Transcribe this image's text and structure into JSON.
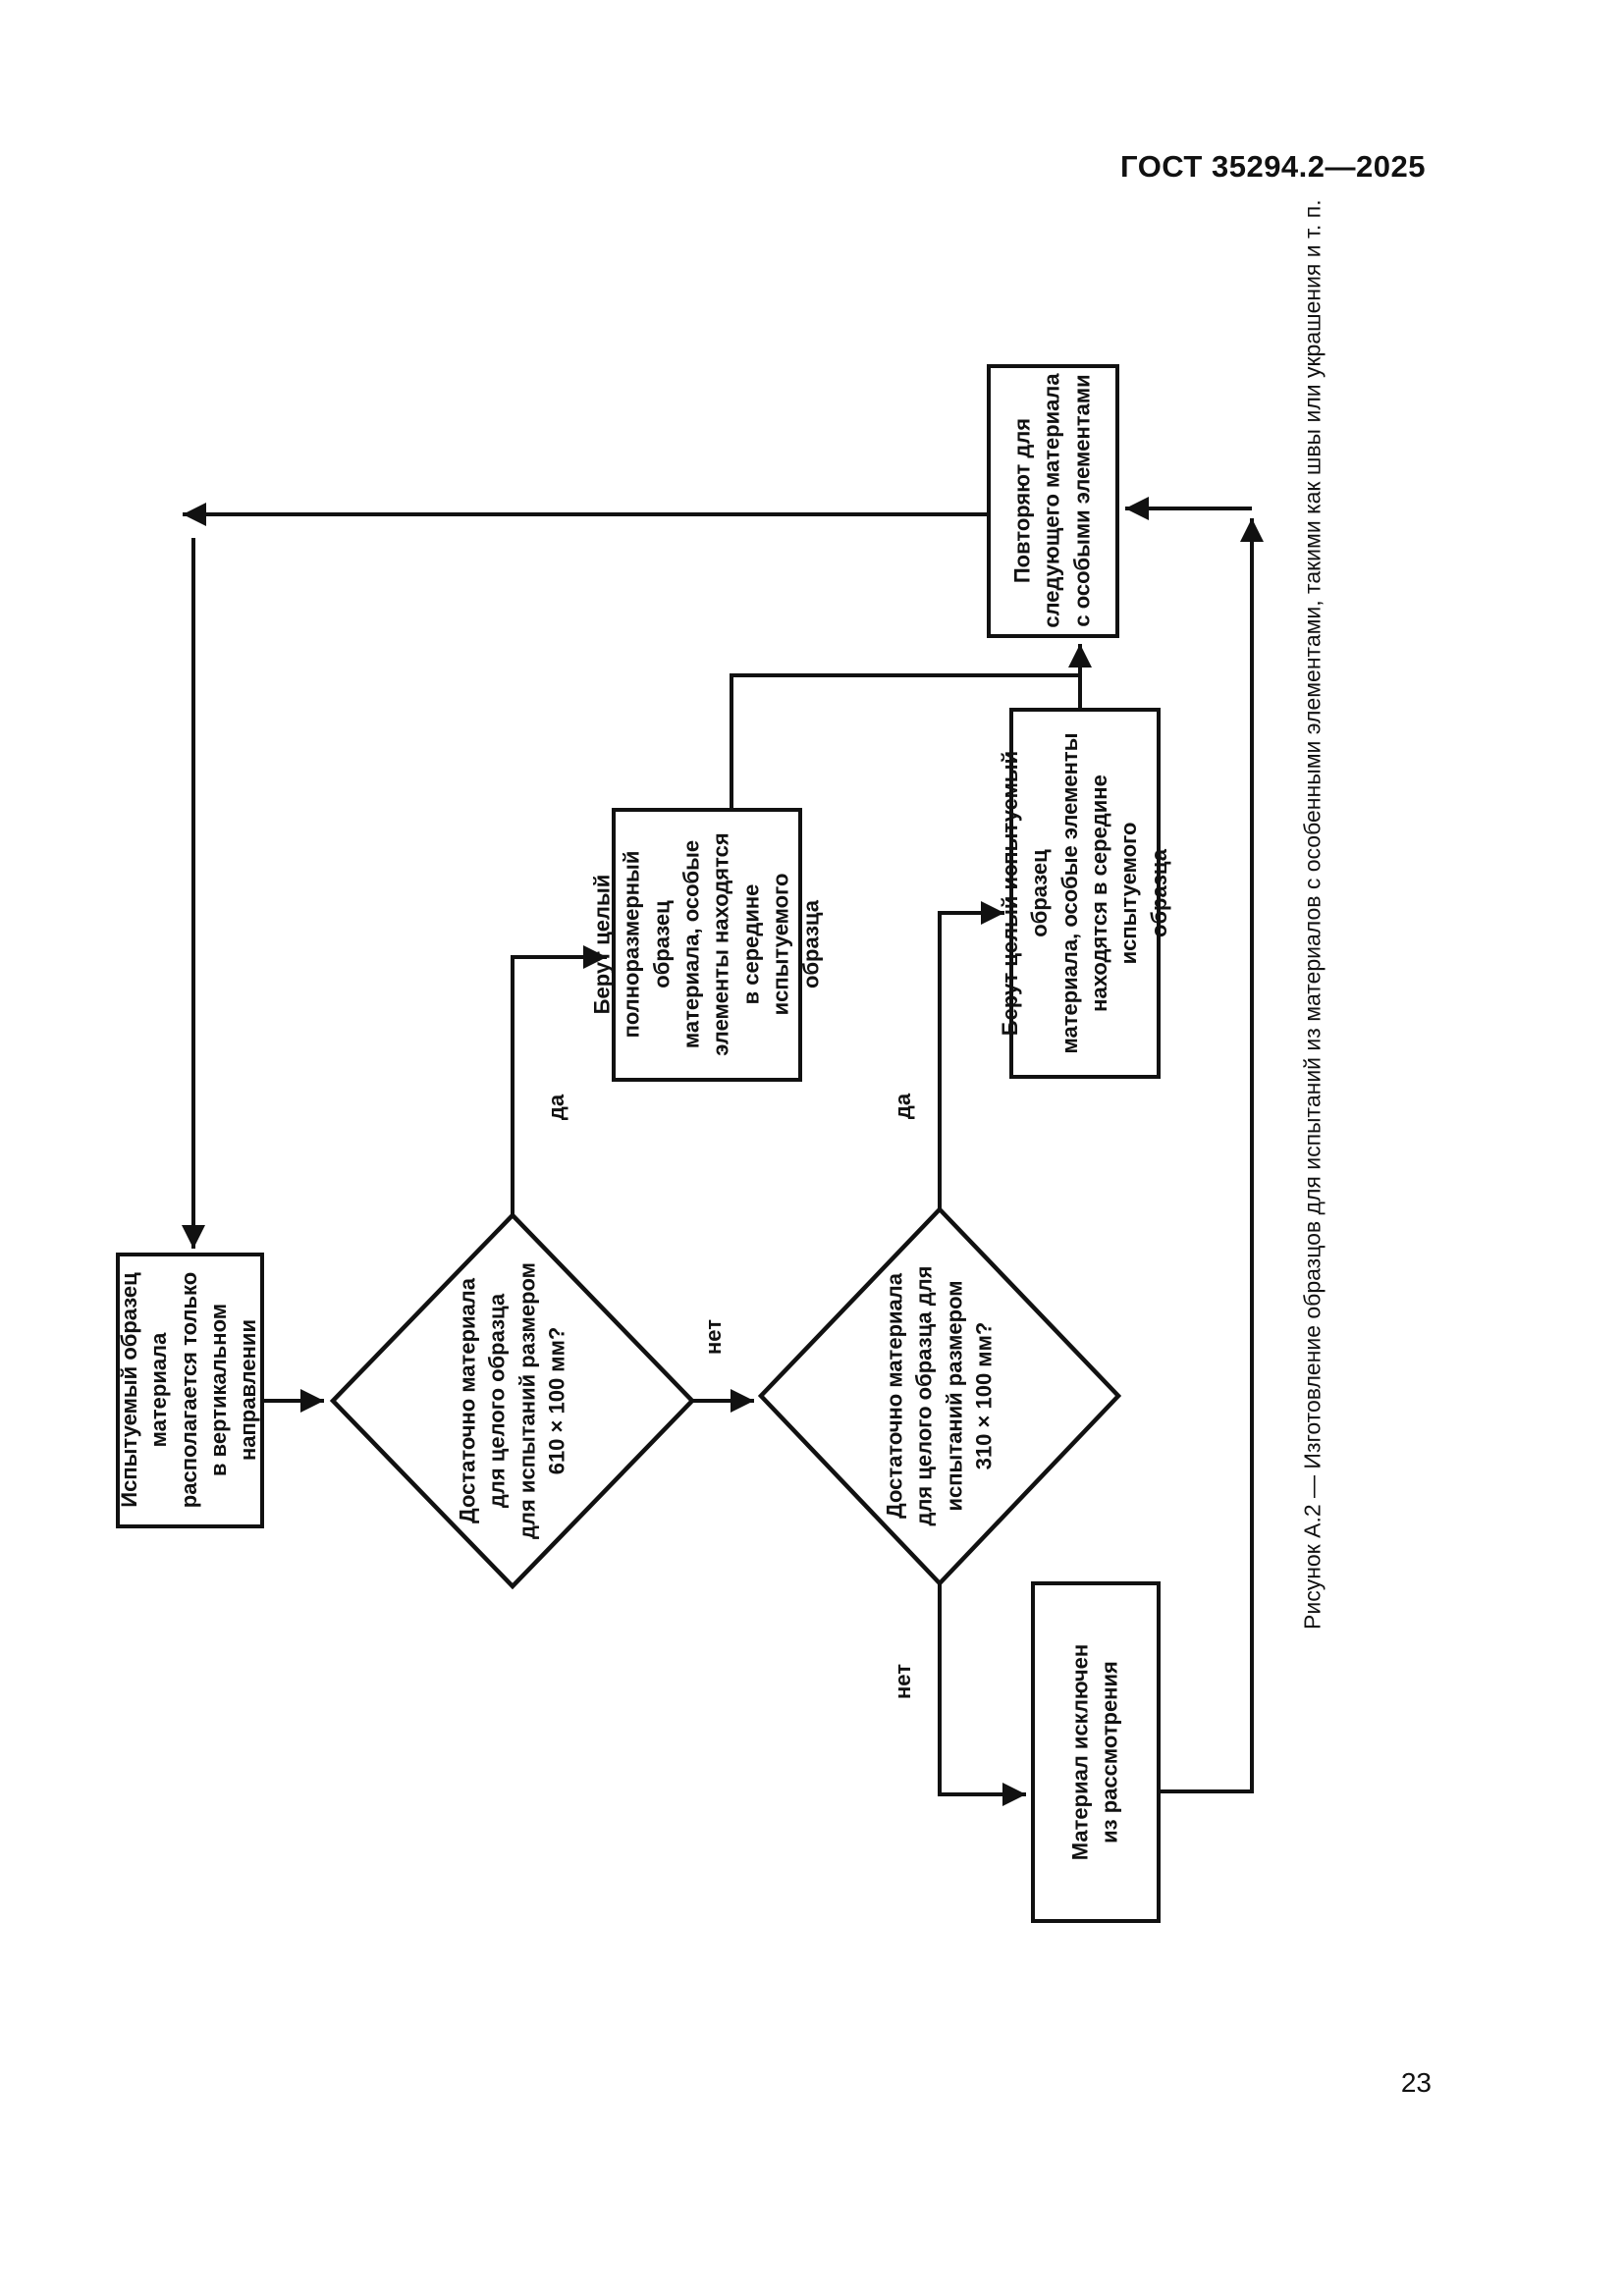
{
  "page": {
    "header": "ГОСТ 35294.2—2025",
    "page_number": "23"
  },
  "figure": {
    "caption": "Рисунок А.2 — Изготовление образцов для испытаний из материалов с особенными элементами, такими как швы или украшения и т. п."
  },
  "flowchart": {
    "nodes": {
      "start": {
        "type": "process",
        "text": "Испытуемый образец\nматериала\nрасполагается только\nв вертикальном\nнаправлении"
      },
      "decision_610": {
        "type": "decision",
        "text": "Достаточно материала\nдля целого образца\nдля испытаний размером\n610 × 100 мм?"
      },
      "full_size_sample": {
        "type": "process",
        "text": "Берут целый\nполноразмерный образец\nматериала, особые\nэлементы находятся\nв середине испытуемого\nобразца"
      },
      "decision_310": {
        "type": "decision",
        "text": "Достаточно материала\nдля целого образца для\nиспытаний размером\n310 × 100 мм?"
      },
      "whole_sample": {
        "type": "process",
        "text": "Берут целый испытуемый образец\nматериала, особые элементы\nнаходятся в середине испытуемого\nобразца"
      },
      "repeat_next": {
        "type": "process",
        "text": "Повторяют для\nследующего материала\nс особыми элементами"
      },
      "excluded": {
        "type": "process",
        "text": "Материал исключен\nиз рассмотрения"
      }
    },
    "labels": {
      "yes1": "да",
      "no1": "нет",
      "yes2": "да",
      "no2": "нет"
    }
  },
  "colors": {
    "ink": "#111111",
    "paper": "#ffffff"
  }
}
